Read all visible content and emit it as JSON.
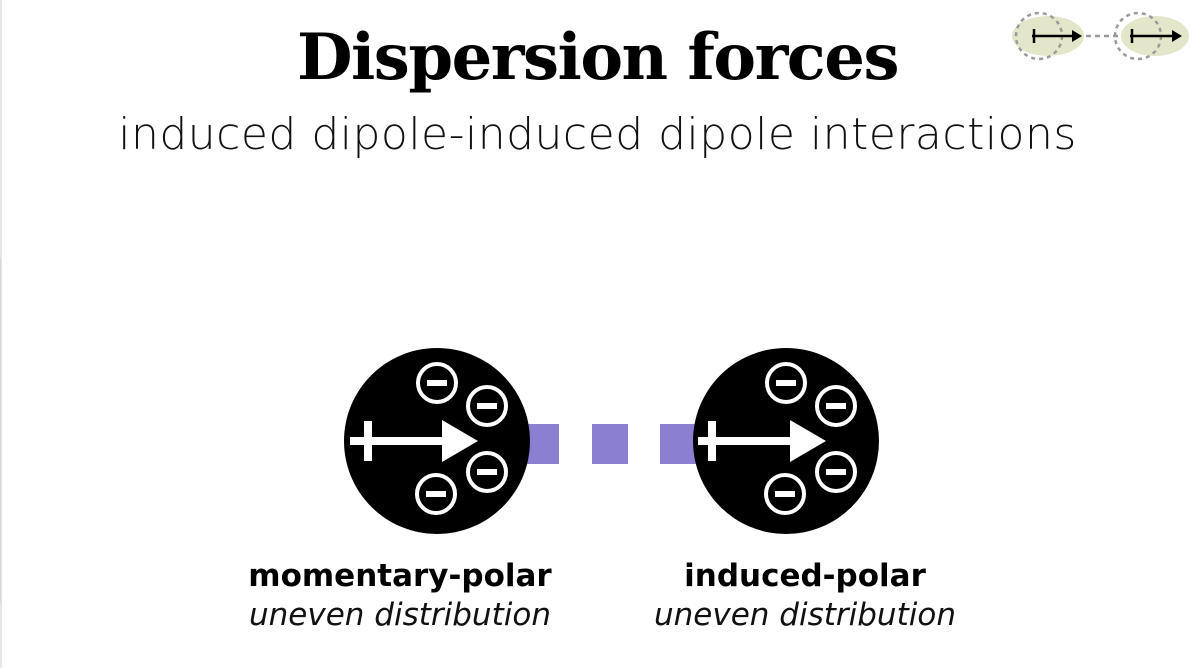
{
  "slide": {
    "title": "Dispersion forces",
    "subtitle": "induced dipole-induced dipole interactions"
  },
  "diagram": {
    "left_molecule": {
      "name": "momentary-polar",
      "description": "uneven distribution"
    },
    "right_molecule": {
      "name": "induced-polar",
      "description": "uneven distribution"
    },
    "colors": {
      "molecule_fill": "#000000",
      "interaction_dashes": "#8a7fd1",
      "corner_icon_fill": "#e3e6c8",
      "corner_icon_outline": "#9a9a9a"
    },
    "icons": [
      "dipole-arrow-icon",
      "electron-negative-icon",
      "dispersion-forces-corner-icon"
    ]
  }
}
